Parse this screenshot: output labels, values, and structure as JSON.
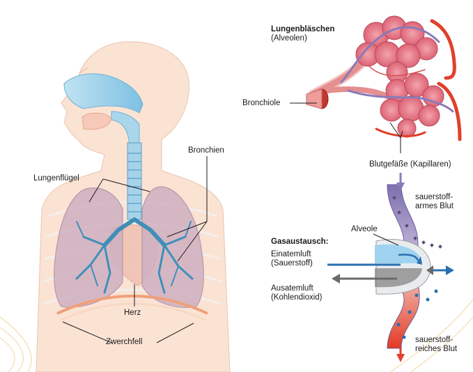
{
  "labels": {
    "alveoli_title": "Lungenbläschen",
    "alveoli_sub": "(Alveolen)",
    "bronchiole": "Bronchiole",
    "blood_vessels": "Blutgefäße (Kapillaren)",
    "bronchi": "Bronchien",
    "lung_wing": "Lungenflügel",
    "heart": "Herz",
    "diaphragm": "Zwerchfell",
    "gas_exchange": "Gasaustausch:",
    "inhaled_1": "Einatemluft",
    "inhaled_2": "(Sauerstoff)",
    "exhaled_1": "Ausatemluft",
    "exhaled_2": "(Kohlendioxid)",
    "alveole": "Alveole",
    "low_o2_1": "sauerstoff-",
    "low_o2_2": "armes Blut",
    "high_o2_1": "sauerstoff-",
    "high_o2_2": "reiches Blut"
  },
  "colors": {
    "skin": "#fbe3d4",
    "airway": "#9fd0e8",
    "lung": "#c9a8b8",
    "bronchi": "#3f8fb8",
    "alveoli_pink": "#e87080",
    "vein_purple": "#8a7ab8",
    "artery_red": "#e0402c",
    "oxygen_arrow": "#2a6fb0",
    "co2_arrow": "#6a6a6a"
  }
}
